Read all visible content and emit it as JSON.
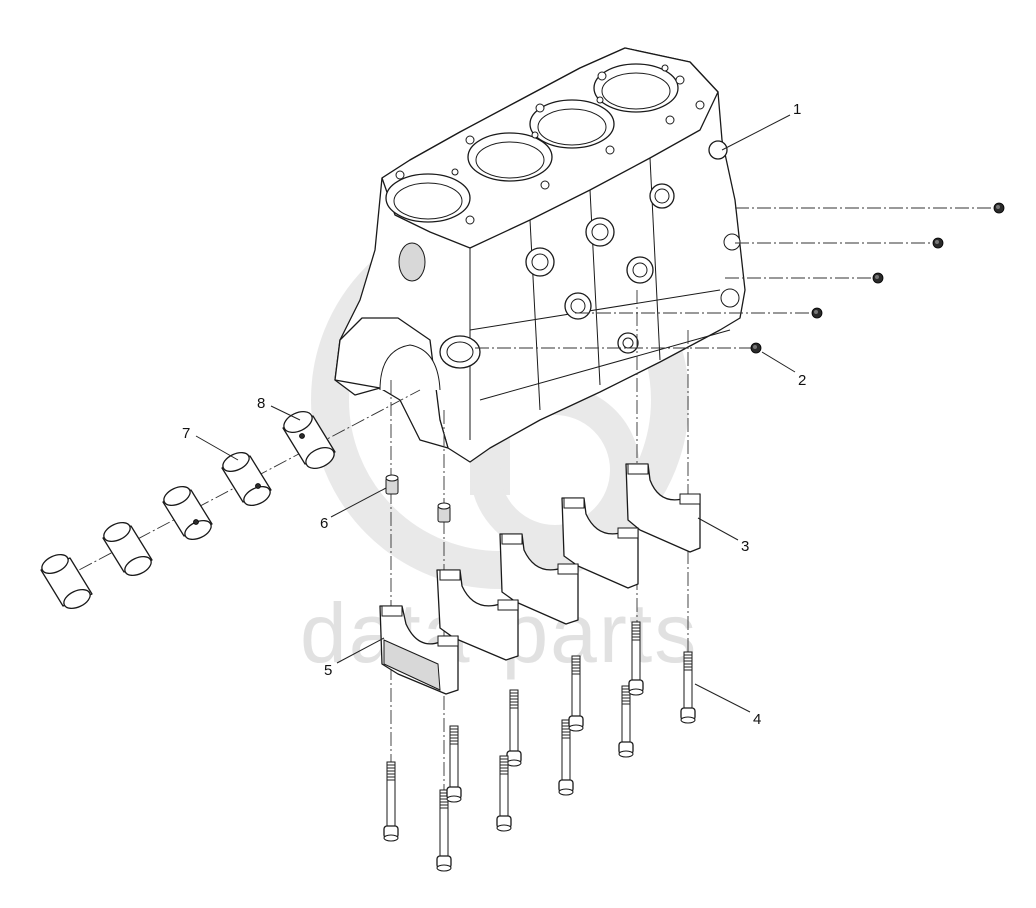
{
  "watermark": {
    "text": "data-parts"
  },
  "callouts": [
    {
      "id": "1",
      "label": "1"
    },
    {
      "id": "2",
      "label": "2"
    },
    {
      "id": "3",
      "label": "3"
    },
    {
      "id": "4",
      "label": "4"
    },
    {
      "id": "5",
      "label": "5"
    },
    {
      "id": "6",
      "label": "6"
    },
    {
      "id": "7",
      "label": "7"
    },
    {
      "id": "8",
      "label": "8"
    }
  ],
  "colors": {
    "line": "#1a1a1a",
    "watermark": "#c9c9c9",
    "background": "#ffffff"
  }
}
